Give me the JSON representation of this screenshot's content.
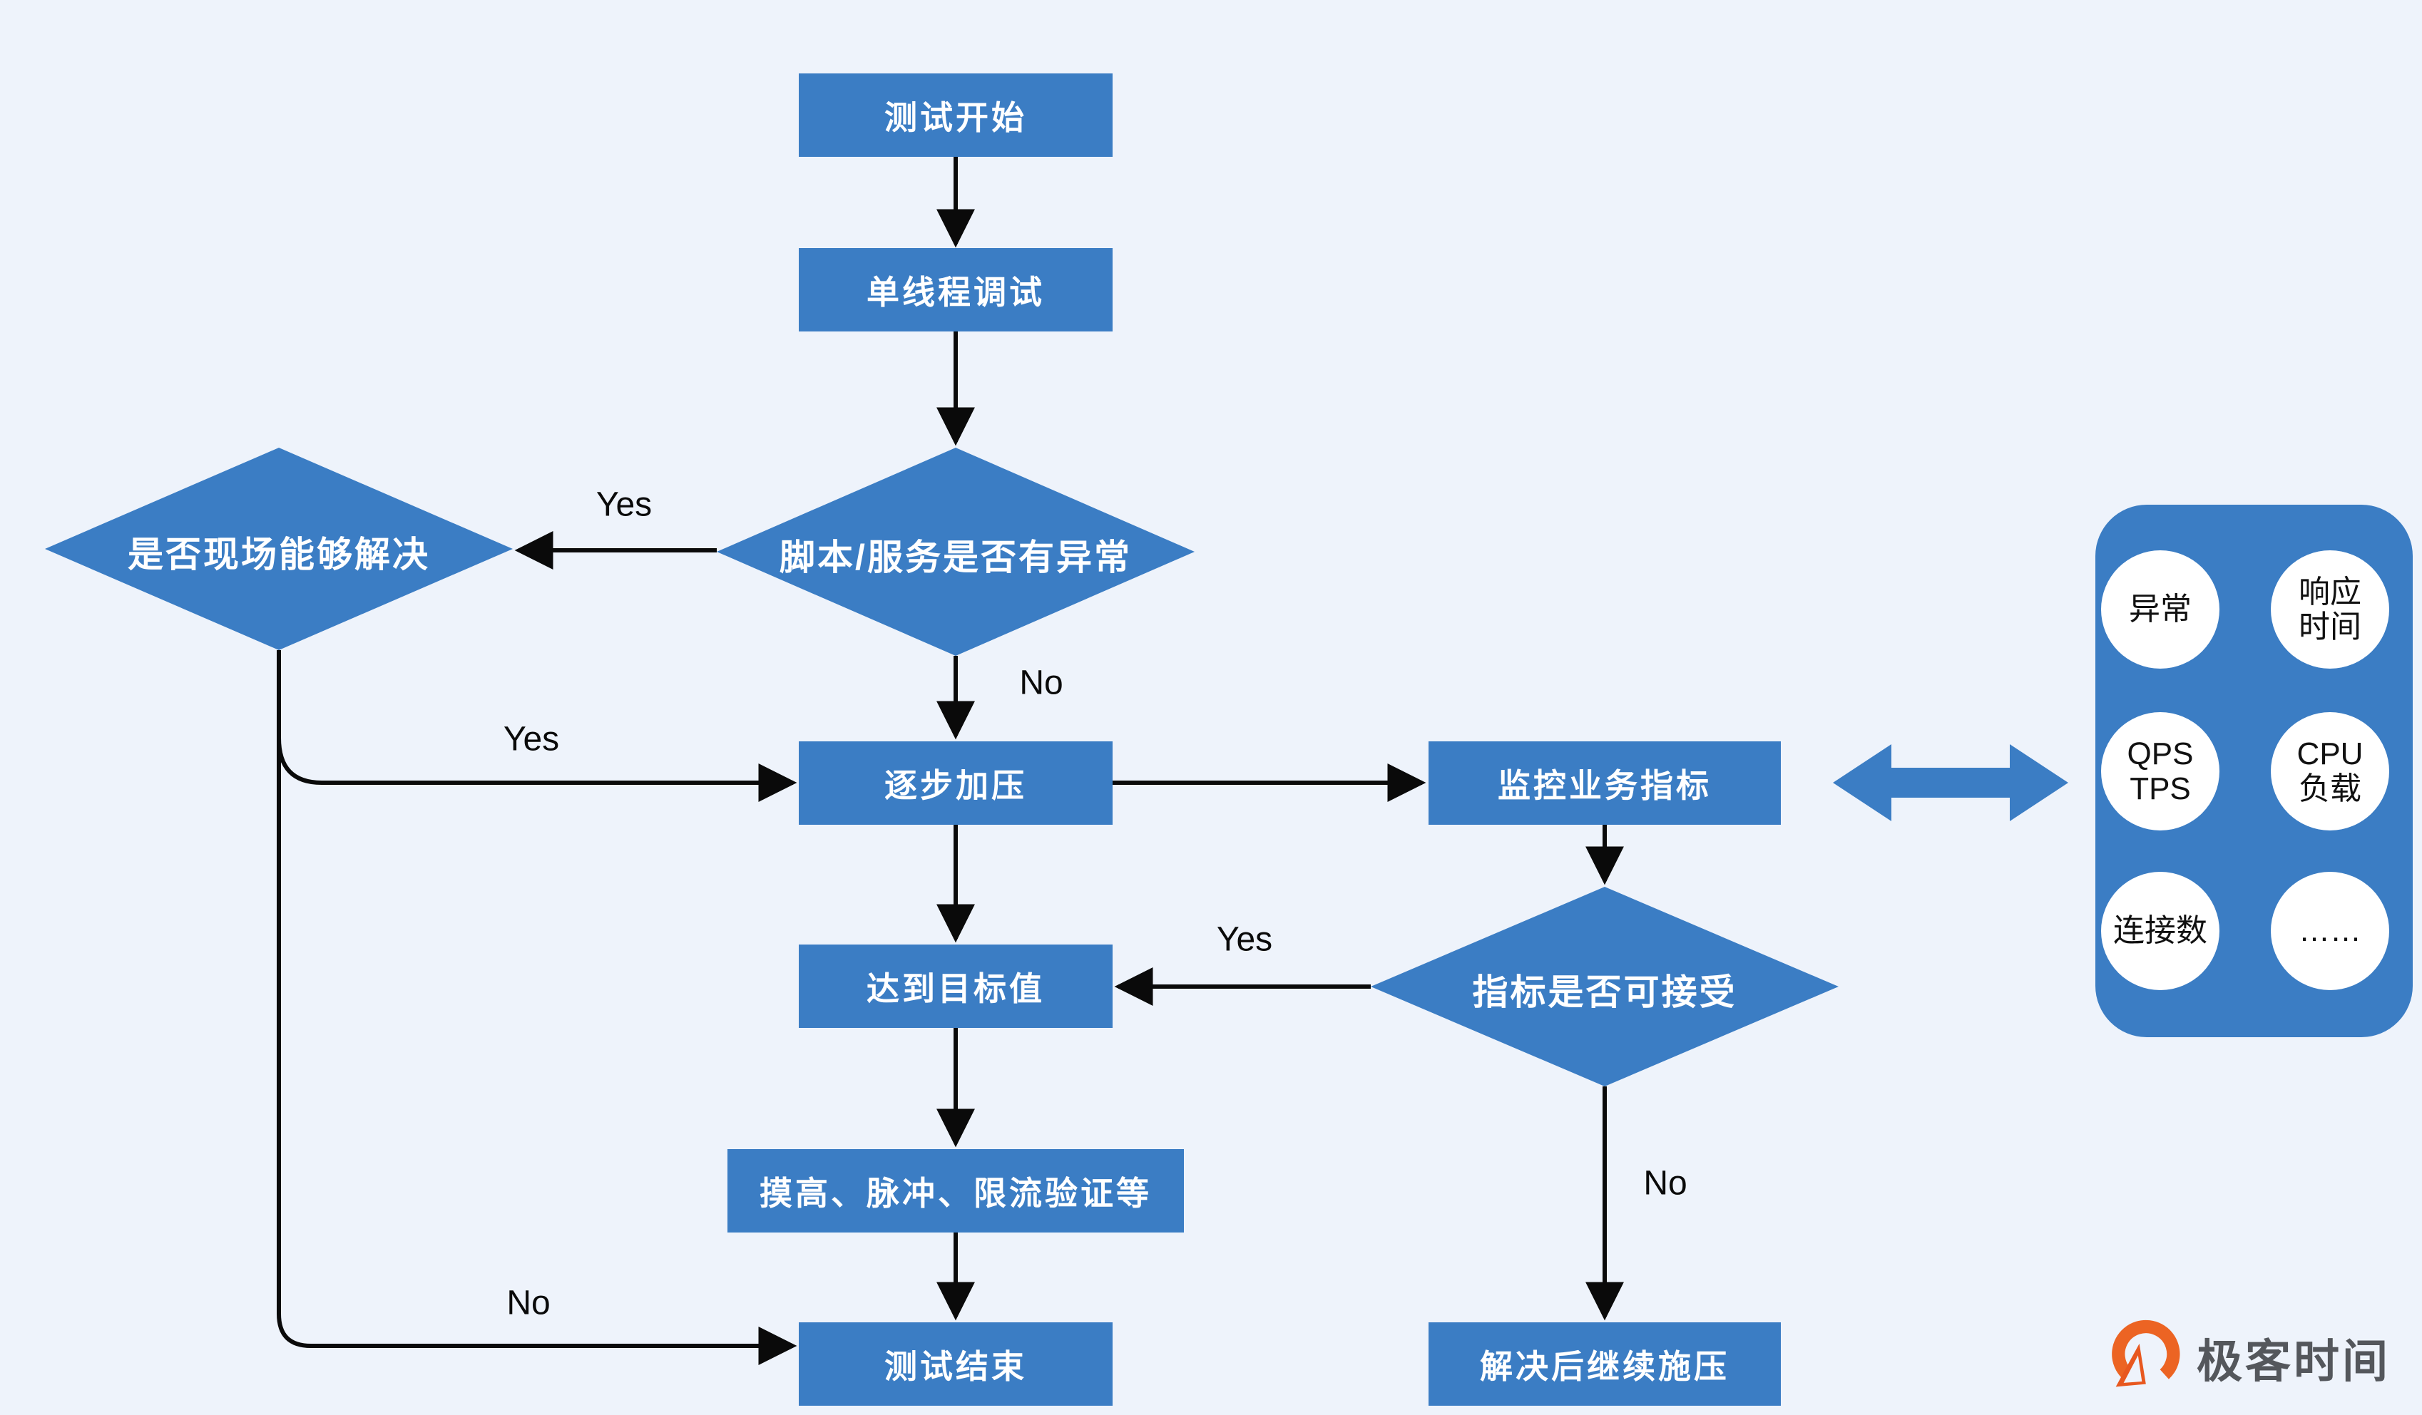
{
  "flowchart": {
    "nodes": {
      "start": "测试开始",
      "single_thread_debug": "单线程调试",
      "script_service_anomaly": "脚本/服务是否有异常",
      "onsite_solvable": "是否现场能够解决",
      "step_pressure": "逐步加压",
      "monitor_metrics": "监控业务指标",
      "reach_target": "达到目标值",
      "metrics_acceptable": "指标是否可接受",
      "extra_verification": "摸高、脉冲、限流验证等",
      "test_end": "测试结束",
      "continue_after_fix": "解决后继续施压"
    },
    "edge_labels": {
      "anomaly_yes": "Yes",
      "anomaly_no": "No",
      "onsite_yes": "Yes",
      "onsite_no": "No",
      "acceptable_yes": "Yes",
      "acceptable_no": "No"
    }
  },
  "metrics_panel": {
    "items": [
      "异常",
      "响应\n时间",
      "QPS\nTPS",
      "CPU\n负载",
      "连接数",
      "……"
    ]
  },
  "logo": {
    "text": "极客时间"
  },
  "colors": {
    "background": "#EEF3FB",
    "node_blue": "#3B7DC4",
    "arrow_black": "#0A0A0A",
    "logo_orange": "#EC6423",
    "logo_text_gray": "#54575C"
  }
}
